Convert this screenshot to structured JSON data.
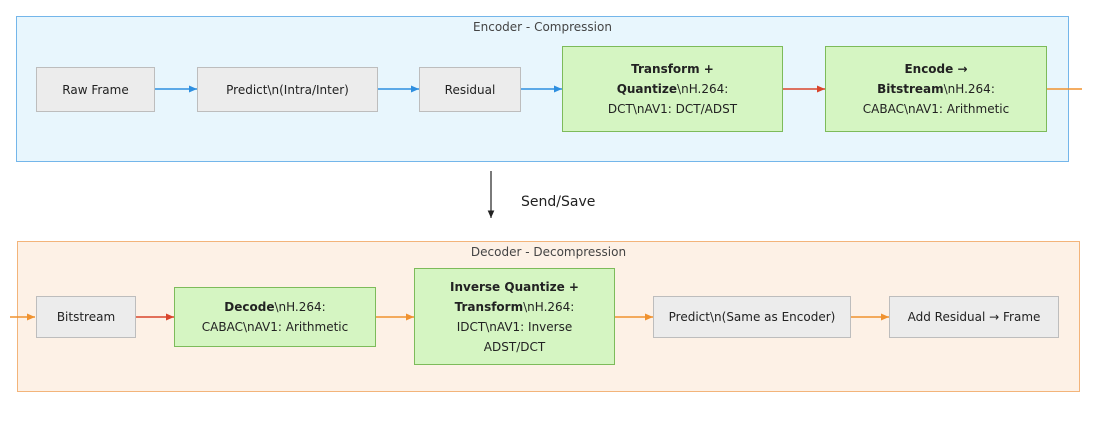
{
  "encoder": {
    "title": "Encoder - Compression",
    "nodes": {
      "raw_frame": "Raw Frame",
      "predict": "Predict\\n(Intra/Inter)",
      "residual": "Residual",
      "transform": {
        "bold1": "Transform +",
        "bold2": "Quantize",
        "rest1": "\\nH.264:",
        "line3": "DCT\\nAV1: DCT/ADST"
      },
      "encode": {
        "line1": "Encode →",
        "bold2": "Bitstream",
        "rest2": "\\nH.264:",
        "line3": "CABAC\\nAV1: Arithmetic"
      }
    }
  },
  "transfer": {
    "label": "Send/Save"
  },
  "decoder": {
    "title": "Decoder - Decompression",
    "nodes": {
      "bitstream": "Bitstream",
      "decode": {
        "bold1": "Decode",
        "rest1": "\\nH.264:",
        "line2": "CABAC\\nAV1: Arithmetic"
      },
      "inverse": {
        "line1": "Inverse Quantize +",
        "bold2": "Transform",
        "rest2": "\\nH.264:",
        "line3": "IDCT\\nAV1: Inverse",
        "line4": "ADST/DCT"
      },
      "predict_same": "Predict\\n(Same as Encoder)",
      "add_residual": "Add Residual → Frame"
    }
  },
  "colors": {
    "blue_edge": "#2e8fe0",
    "red_edge": "#d9452c",
    "orange_edge": "#f0922f",
    "encoder_fill": "#e8f6fd",
    "decoder_fill": "#fdf1e6",
    "highlight_fill": "#d5f5c2",
    "plain_fill": "#ececec"
  }
}
